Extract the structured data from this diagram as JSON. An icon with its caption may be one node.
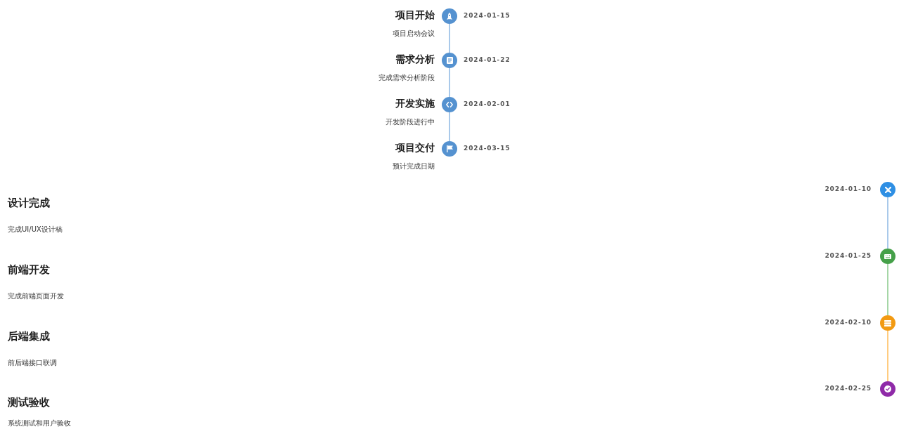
{
  "diagram": {
    "nodes": [
      {
        "text": [],
        "shape": "circle",
        "beside": [
          "项目开始",
          "项目启动会议",
          "2024-01-15"
        ]
      },
      {
        "text": [],
        "shape": "circle",
        "beside": [
          "需求分析",
          "完成需求分析阶段",
          "2024-01-22"
        ]
      },
      {
        "text": [],
        "shape": "circle",
        "beside": [
          "开发实施",
          "开发阶段进行中",
          "2024-02-01"
        ]
      },
      {
        "text": [],
        "shape": "circle",
        "beside": [
          "项目交付",
          "预计完成日期",
          "2024-03-15"
        ]
      },
      {
        "text": [],
        "shape": "circle",
        "beside": [
          "设计完成",
          "完成UI/UX设计稿",
          "2024-01-10"
        ]
      },
      {
        "text": [],
        "shape": "circle",
        "beside": [
          "前端开发",
          "完成前端页面开发",
          "2024-01-25"
        ]
      },
      {
        "text": [],
        "shape": "circle",
        "beside": [
          "后端集成",
          "前后端接口联调",
          "2024-02-10"
        ]
      },
      {
        "text": [],
        "shape": "circle",
        "beside": [
          "测试验收",
          "系统测试和用户验收",
          "2024-02-25"
        ]
      }
    ],
    "edges": [
      {
        "from": 0,
        "to": 1,
        "arrow": "none"
      },
      {
        "from": 1,
        "to": 2,
        "arrow": "none"
      },
      {
        "from": 2,
        "to": 3,
        "arrow": "none"
      },
      {
        "from": 4,
        "to": 5,
        "arrow": "none"
      },
      {
        "from": 5,
        "to": 6,
        "arrow": "none",
        "color": "#a5d6a7"
      },
      {
        "from": 6,
        "to": 7,
        "arrow": "none",
        "color": "#ffcc80"
      }
    ]
  }
}
